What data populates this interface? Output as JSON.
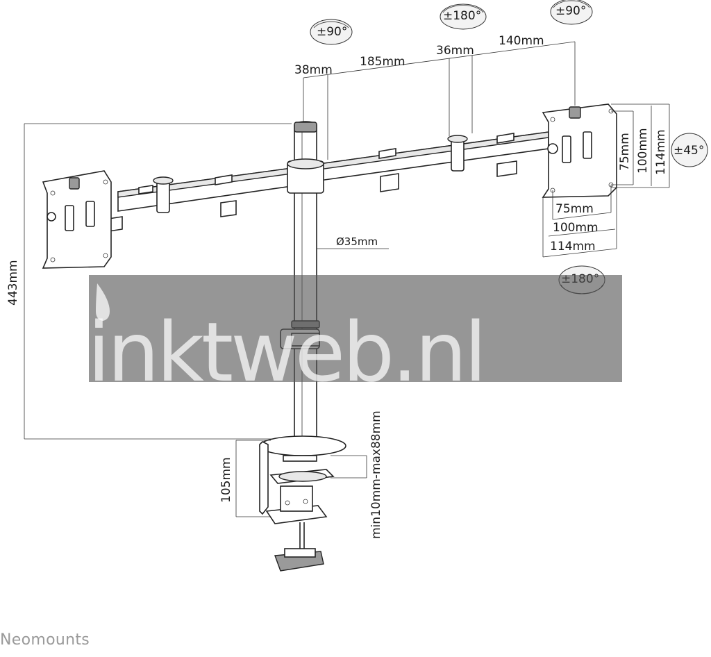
{
  "rotations": {
    "left_arm": "±90°",
    "center_joint": "±180°",
    "right_arm": "±90°",
    "right_tilt": "±45°",
    "right_plate": "±180°"
  },
  "arm_dimensions": {
    "d1": "38mm",
    "d2": "185mm",
    "d3": "36mm",
    "d4": "140mm"
  },
  "vesa_vertical": [
    "75mm",
    "100mm",
    "114mm"
  ],
  "vesa_horizontal": [
    "75mm",
    "100mm",
    "114mm"
  ],
  "pole_diameter": "Ø35mm",
  "total_height": "443mm",
  "clamp_height": "105mm",
  "desk_thickness": "min10mm-max88mm",
  "watermark": "inktweb.nl",
  "brand": "Neomounts"
}
